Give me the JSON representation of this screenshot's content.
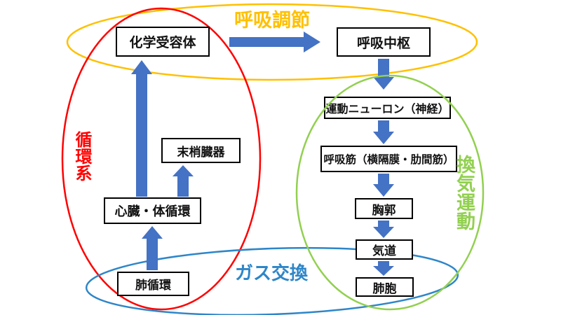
{
  "diagram": {
    "region_labels": {
      "respiratory_regulation": "呼吸調節",
      "circulatory_system": "循環系",
      "ventilation_movement": "換気運動",
      "gas_exchange": "ガス交換"
    },
    "nodes": {
      "chemoreceptor": "化学受容体",
      "respiratory_center": "呼吸中枢",
      "motor_neuron": "運動ニューロン（神経）",
      "respiratory_muscles": "呼吸筋（横隔膜・肋間筋）",
      "thorax": "胸郭",
      "airway": "気道",
      "alveoli": "肺胞",
      "peripheral_organs": "末梢臓器",
      "heart_systemic_circulation": "心臓・体循環",
      "pulmonary_circulation": "肺循環"
    },
    "edges": [
      {
        "from": "chemoreceptor",
        "to": "respiratory_center"
      },
      {
        "from": "respiratory_center",
        "to": "motor_neuron"
      },
      {
        "from": "motor_neuron",
        "to": "respiratory_muscles"
      },
      {
        "from": "respiratory_muscles",
        "to": "thorax"
      },
      {
        "from": "thorax",
        "to": "airway"
      },
      {
        "from": "airway",
        "to": "alveoli"
      },
      {
        "from": "heart_systemic_circulation",
        "to": "chemoreceptor"
      },
      {
        "from": "heart_systemic_circulation",
        "to": "peripheral_organs"
      },
      {
        "from": "pulmonary_circulation",
        "to": "heart_systemic_circulation"
      }
    ],
    "groups": [
      {
        "label": "呼吸調節",
        "color": "#FFC000",
        "members": [
          "chemoreceptor",
          "respiratory_center"
        ]
      },
      {
        "label": "循環系",
        "color": "#FF0000",
        "members": [
          "chemoreceptor",
          "peripheral_organs",
          "heart_systemic_circulation",
          "pulmonary_circulation"
        ]
      },
      {
        "label": "換気運動",
        "color": "#92D050",
        "members": [
          "motor_neuron",
          "respiratory_muscles",
          "thorax",
          "airway",
          "alveoli"
        ]
      },
      {
        "label": "ガス交換",
        "color": "#2E86C8",
        "members": [
          "pulmonary_circulation",
          "alveoli"
        ]
      }
    ],
    "colors": {
      "arrow_blue": "#4472C4",
      "regulation_gold": "#FFC000",
      "circulation_red": "#FF0000",
      "ventilation_green": "#92D050",
      "gas_exchange_blue": "#2E86C8",
      "box_border": "#000000",
      "box_fill": "#FFFFFF"
    }
  }
}
